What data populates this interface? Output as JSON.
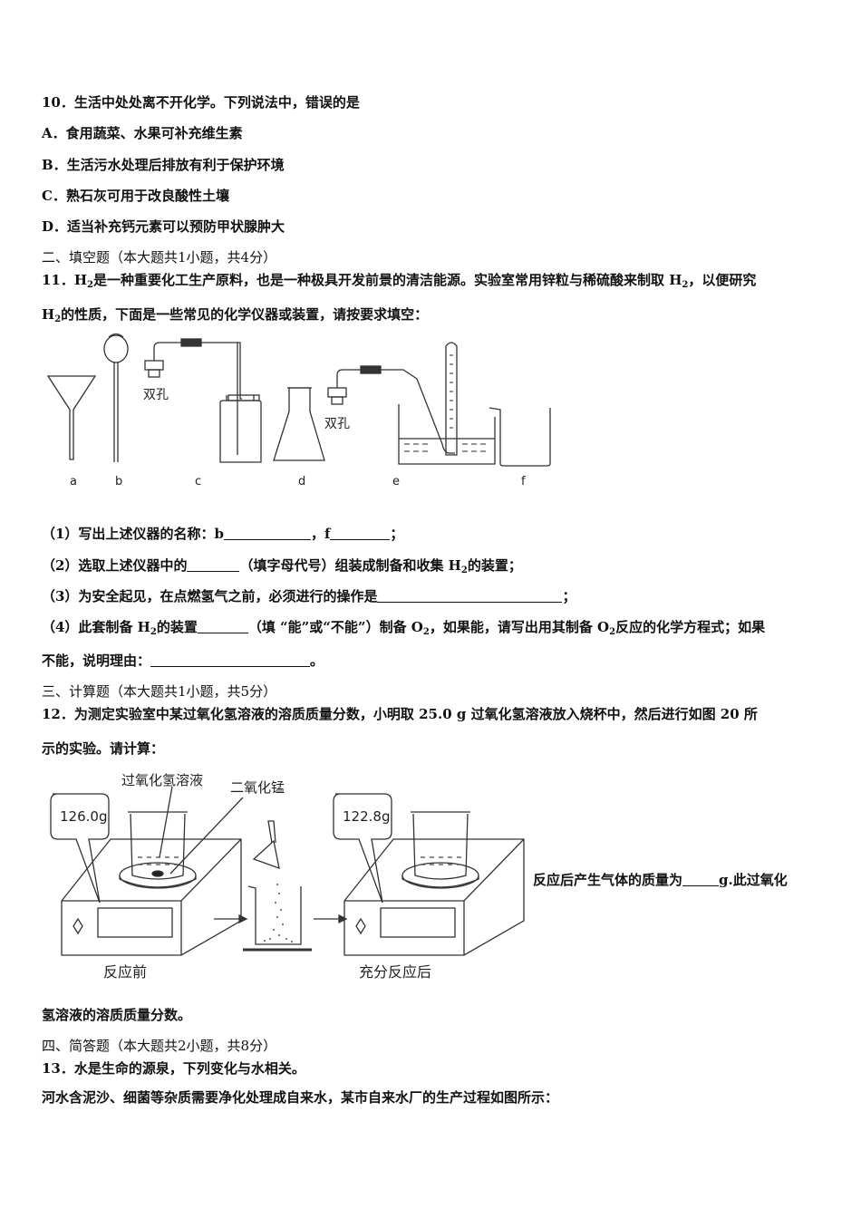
{
  "q10": {
    "stem": "10．生活中处处离不开化学。下列说法中，错误的是",
    "options": [
      "A．食用蔬菜、水果可补充维生素",
      "B．生活污水处理后排放有利于保护环境",
      "C．熟石灰可用于改良酸性土壤",
      "D．适当补充钙元素可以预防甲状腺肿大"
    ]
  },
  "sec2": {
    "heading": "二、填空题（本大题共1小题，共4分）"
  },
  "q11": {
    "line1_a": "11．H",
    "line1_b": "是一种重要化工生产原料，也是一种极具开发前景的清洁能源。实验室常用锌粒与稀硫酸来制取 H",
    "line1_c": "，以便研究",
    "line2_a": "H",
    "line2_b": "的性质，下面是一些常见的化学仪器或装置，请按要求填空：",
    "sub2": "2",
    "figure": {
      "labels": [
        "a",
        "b",
        "c",
        "d",
        "e",
        "f"
      ],
      "stopper_label": "双孔"
    },
    "p1_a": "（1）写出上述仪器的名称：b",
    "p1_b": "，f",
    "p1_c": "；",
    "p2_a": "（2）选取上述仪器中的",
    "p2_b": "（填字母代号）组装成制备和收集 H",
    "p2_c": "的装置；",
    "p3_a": "（3）为安全起见，在点燃氢气之前，必须进行的操作是",
    "p3_b": "；",
    "p4_a": "（4）此套制备 H",
    "p4_b": "的装置",
    "p4_c": "（填 “能”或“不能”）制备 O",
    "p4_d": "，如果能，请写出用其制备 O",
    "p4_e": "反应的化学方程式；如果",
    "p4_f": "不能，说明理由：",
    "p4_g": "。"
  },
  "sec3": {
    "heading": "三、计算题（本大题共1小题，共5分）"
  },
  "q12": {
    "line1": "12．为测定实验室中某过氧化氢溶液的溶质质量分数，小明取 25.0 g 过氧化氢溶液放入烧杯中，然后进行如图 20 所",
    "line2": "示的实验。请计算：",
    "figure": {
      "solution_label": "过氧化氢溶液",
      "catalyst_label": "二氧化锰",
      "reading_before": "126.0g",
      "reading_after": "122.8g",
      "caption_before": "反应前",
      "caption_after": "充分反应后"
    },
    "side_text_a": "反应后产生气体的质量为",
    "side_text_b": "g.此过氧化",
    "line3": "氢溶液的溶质质量分数。"
  },
  "sec4": {
    "heading": "四、简答题（本大题共2小题，共8分）"
  },
  "q13": {
    "line1": "13．水是生命的源泉，下列变化与水相关。",
    "line2": "河水含泥沙、细菌等杂质需要净化处理成自来水，某市自来水厂的生产过程如图所示："
  }
}
